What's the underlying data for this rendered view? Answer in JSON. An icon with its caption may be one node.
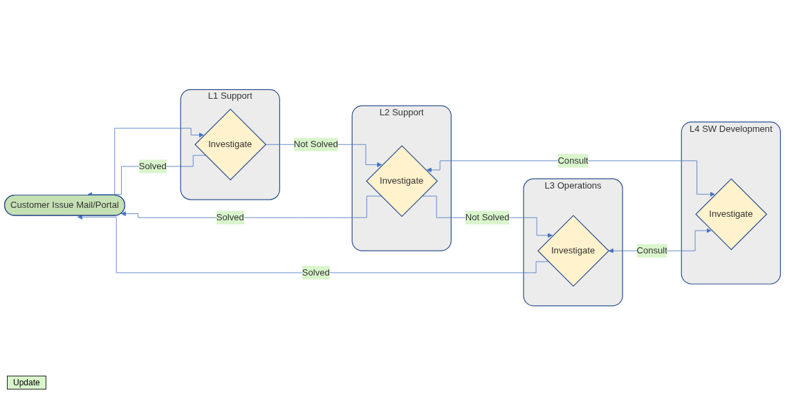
{
  "diagram": {
    "nodes": [
      {
        "text": [
          "Customer Issue Mail/Portal"
        ]
      },
      {
        "text": [
          "L1 Support"
        ]
      },
      {
        "text": [
          "Investigate"
        ],
        "in": 1
      },
      {
        "text": [
          "L2 Support"
        ]
      },
      {
        "text": [
          "Investigate"
        ],
        "in": 3
      },
      {
        "text": [
          "L3 Operations"
        ]
      },
      {
        "text": [
          "Investigate"
        ],
        "in": 5
      },
      {
        "text": [
          "L4 SW Development"
        ]
      },
      {
        "text": [
          "Investigate"
        ],
        "in": 7
      }
    ],
    "edges": [
      {
        "from": 0,
        "to": 2,
        "arrow": "to"
      },
      {
        "from": 2,
        "to": 4,
        "arrow": "to",
        "label": "Not Solved"
      },
      {
        "from": 4,
        "to": 6,
        "arrow": "to",
        "label": "Not Solved"
      },
      {
        "from": 2,
        "to": 0,
        "arrow": "to",
        "label": "Solved"
      },
      {
        "from": 4,
        "to": 0,
        "arrow": "to",
        "label": "Solved"
      },
      {
        "from": 6,
        "to": 0,
        "arrow": "to",
        "label": "Solved"
      },
      {
        "from": 4,
        "to": 8,
        "arrow": "both",
        "label": "Consult"
      },
      {
        "from": 6,
        "to": 8,
        "arrow": "both",
        "label": "Consult"
      }
    ],
    "labels": [
      "Update"
    ]
  }
}
